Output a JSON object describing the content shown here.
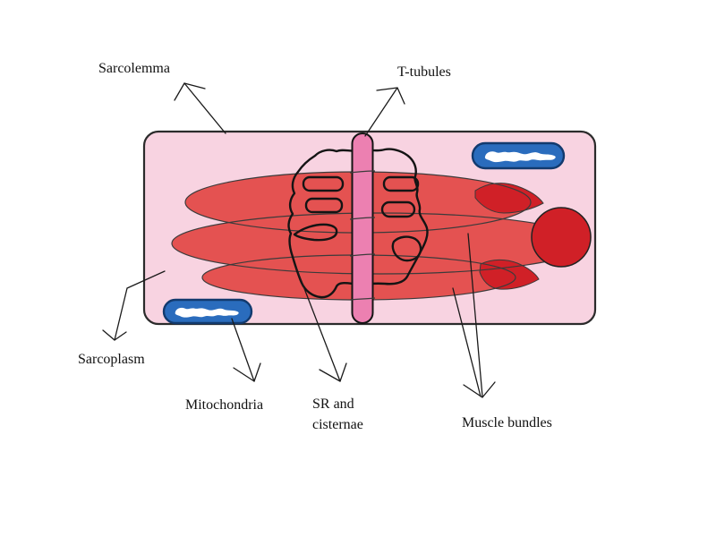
{
  "diagram": {
    "labels": {
      "sarcolemma": "Sarcolemma",
      "t_tubules": "T-tubules",
      "sarcoplasm": "Sarcoplasm",
      "mitochondria": "Mitochondria",
      "sr_cisternae_line1": "SR and",
      "sr_cisternae_line2": "cisternae",
      "muscle_bundles": "Muscle bundles"
    },
    "colors": {
      "page_background": "#ffffff",
      "cell_fill": "#f8d3e1",
      "muscle_bundle_red": "#e45251",
      "bundle_dark_red": "#d02027",
      "t_tubule_pink": "#ec80b1",
      "mitochondria_blue": "#2a6cbd",
      "mitochondria_outline": "#123a6e",
      "mitochondria_cristae_white": "#ffffff",
      "arrow_color": "#1a1a1a"
    }
  }
}
